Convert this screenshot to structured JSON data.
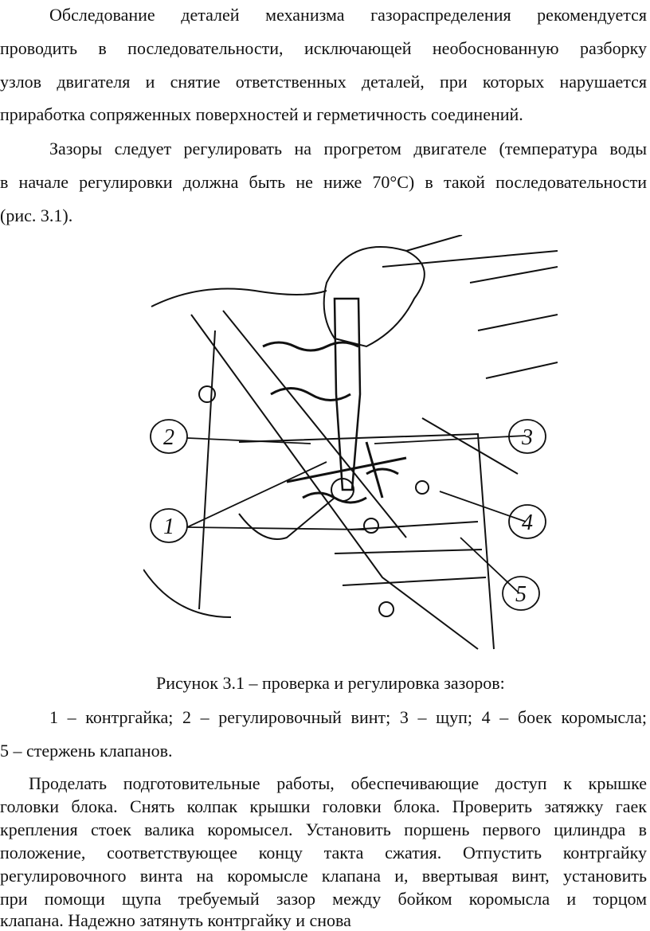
{
  "paragraph1": [
    "Обследование деталей механизма газораспределения рекомендуется",
    "проводить в последовательности, исключающей необоснованную разборку",
    "узлов двигателя и снятие ответственных деталей, при которых нарушается",
    "приработка сопряженных поверхностей и герметичность соединений."
  ],
  "paragraph2": [
    "Зазоры следует регулировать на прогретом двигателе (температура воды",
    "в начале регулировки должна быть не ниже 70°С) в такой последовательности",
    "(рис. 3.1)."
  ],
  "figure": {
    "callouts": [
      "1",
      "2",
      "3",
      "4",
      "5"
    ],
    "caption": "Рисунок 3.1 – проверка и регулировка зазоров:",
    "legend_line1": "1 – контргайка; 2 – регулировочный винт; 3 – щуп; 4 – боек коромысла;",
    "legend_line2": "5 – стержень клапанов."
  },
  "paragraph3": [
    "Проделать подготовительные работы, обеспечивающие доступ к крышке",
    "головки блока. Снять колпак крышки головки блока. Проверить затяжку гаек",
    "крепления стоек валика коромысел. Установить поршень первого цилиндра в",
    "положение, соответствующее концу такта сжатия. Отпустить контргайку",
    "регулировочного винта на коромысле клапана и, ввертывая винт, установить",
    "при помощи щупа требуемый зазор между бойком коромысла и торцом",
    "клапана. Надежно затянуть контргайку и снова"
  ]
}
